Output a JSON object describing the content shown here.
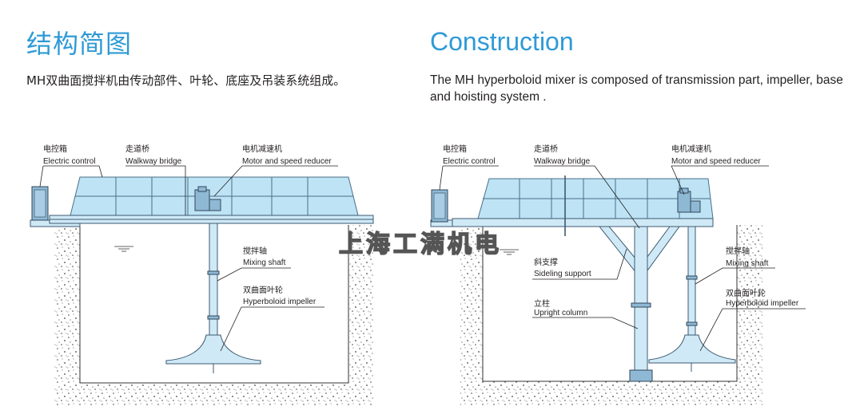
{
  "header": {
    "title_cn": "结构简图",
    "title_en": "Construction",
    "desc_cn": "MH双曲面搅拌机由传动部件、叶轮、底座及吊装系统组成。",
    "desc_en": "The MH hyperboloid mixer is composed of transmission part, impeller, base and hoisting system ."
  },
  "left_diagram": {
    "labels": {
      "electric_control_cn": "电控箱",
      "electric_control_en": "Electric control",
      "walkway_cn": "走道桥",
      "walkway_en": "Walkway bridge",
      "motor_cn": "电机减速机",
      "motor_en": "Motor and speed reducer",
      "shaft_cn": "搅拌轴",
      "shaft_en": "Mixing shaft",
      "impeller_cn": "双曲面叶轮",
      "impeller_en": "Hyperboloid impeller"
    }
  },
  "right_diagram": {
    "labels": {
      "electric_control_cn": "电控箱",
      "electric_control_en": "Electric control",
      "walkway_cn": "走道桥",
      "walkway_en": "Walkway bridge",
      "motor_cn": "电机减速机",
      "motor_en": "Motor and speed reducer",
      "support_cn": "斜支撑",
      "support_en": "Sideling support",
      "column_cn": "立柱",
      "column_en": "Upright column",
      "shaft_cn": "搅拌轴",
      "shaft_en": "Mixing shaft",
      "impeller_cn": "双曲面叶轮",
      "impeller_en": "Hyperboloid impeller"
    }
  },
  "watermark": "上海工满机电",
  "colors": {
    "accent": "#2e9ad6",
    "panel": "#bde3f5",
    "steel": "#cfe9f7"
  }
}
